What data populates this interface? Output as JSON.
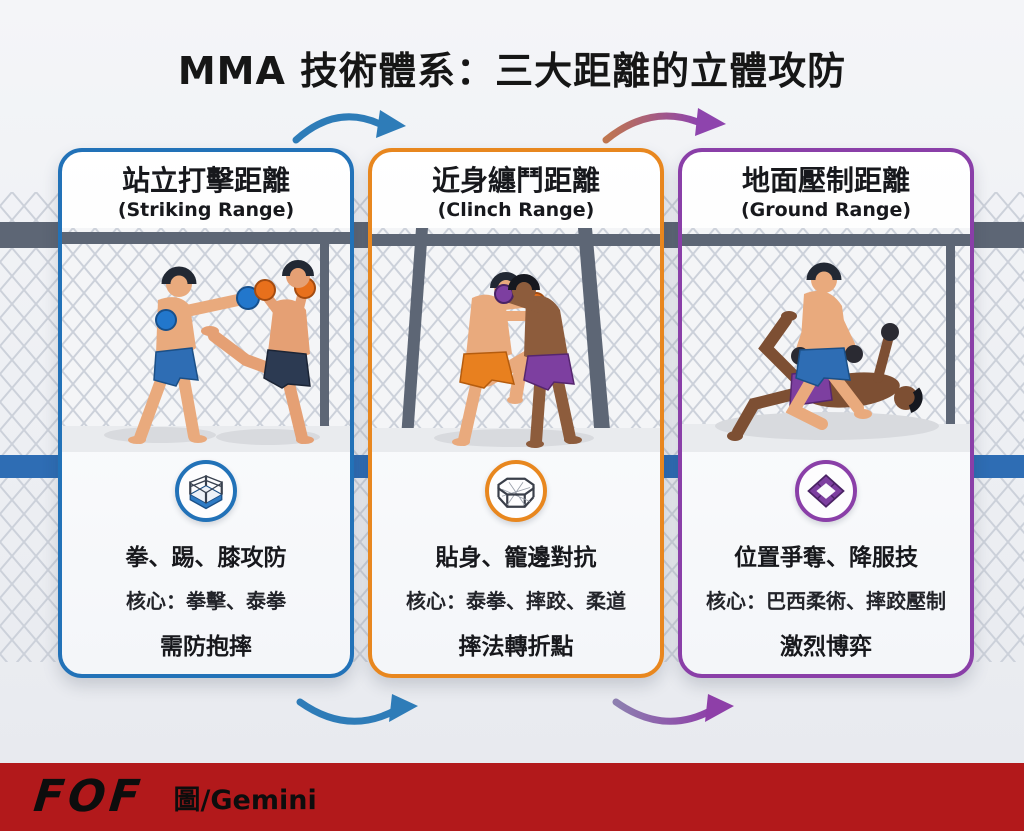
{
  "title": "MMA 技術體系：三大距離的立體攻防",
  "cards": [
    {
      "title": "站立打擊距離",
      "subtitle": "(Striking Range)",
      "accent": "#2272b8",
      "icon": "boxing-ring-icon",
      "illustration": "two-fighters-striking",
      "line1": "拳、踢、膝攻防",
      "line2": "核心：拳擊、泰拳",
      "line3": "需防抱摔"
    },
    {
      "title": "近身纏鬥距離",
      "subtitle": "(Clinch Range)",
      "accent": "#e8871f",
      "icon": "octagon-cage-icon",
      "illustration": "two-fighters-clinching",
      "line1": "貼身、籠邊對抗",
      "line2": "核心：泰拳、摔跤、柔道",
      "line3": "摔法轉折點"
    },
    {
      "title": "地面壓制距離",
      "subtitle": "(Ground Range)",
      "accent": "#8a3fa8",
      "icon": "ground-mat-icon",
      "illustration": "two-fighters-grappling-on-ground",
      "line1": "位置爭奪、降服技",
      "line2": "核心：巴西柔術、摔跤壓制",
      "line3": "激烈博弈"
    }
  ],
  "arrows": {
    "top_left_color": "#2e7cb8",
    "top_right_gradient": [
      "#c0764f",
      "#8e44ad"
    ],
    "bottom_left_color": "#2e7cb8",
    "bottom_right_gradient": [
      "#8d7fb0",
      "#8e3fa8"
    ]
  },
  "footer": {
    "logo": "FOF",
    "credit": "圖/Gemini",
    "bar_color": "#b2191b"
  }
}
